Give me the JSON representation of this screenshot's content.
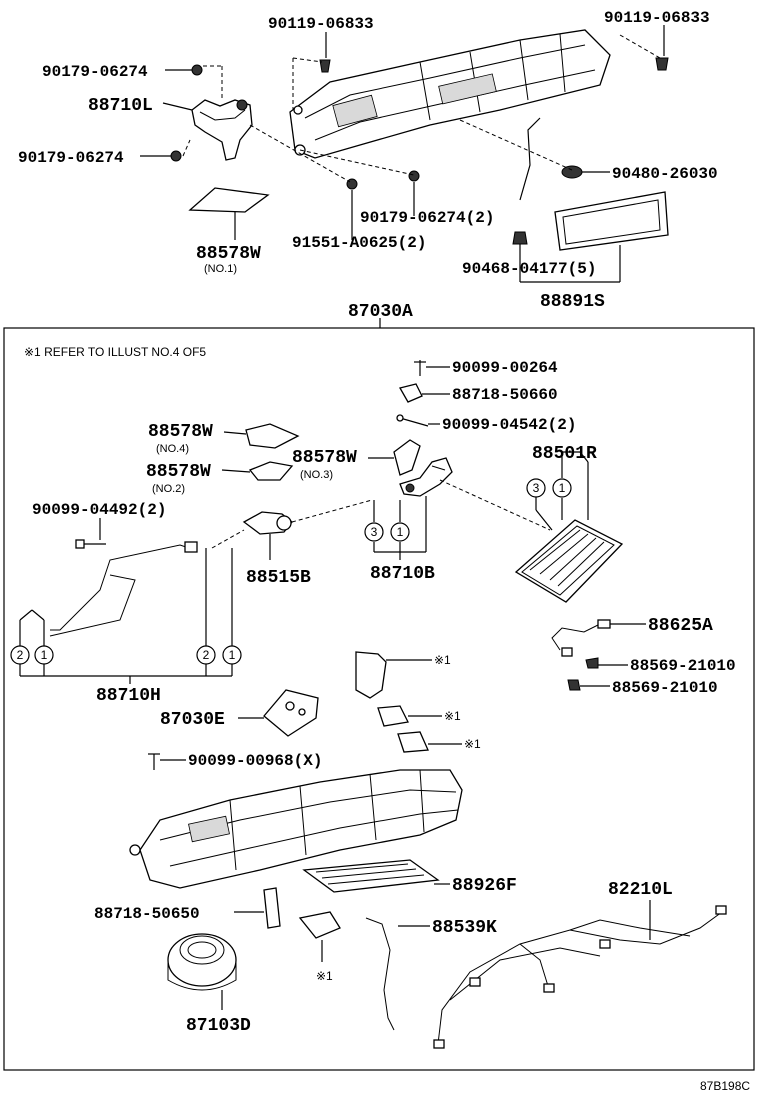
{
  "labels": {
    "p90119_06833_a": "90119-06833",
    "p90119_06833_b": "90119-06833",
    "p90179_06274_a": "90179-06274",
    "p88710L": "88710L",
    "p90179_06274_b": "90179-06274",
    "p90480_26030": "90480-26030",
    "p90179_06274_c": "90179-06274(2)",
    "p91551_A0625": "91551-A0625(2)",
    "p88578W_top": "88578W",
    "p88578W_top_sub": "(NO.1)",
    "p90468_04177": "90468-04177(5)",
    "p88891S": "88891S",
    "p87030A": "87030A",
    "refer_note": "※1 REFER TO ILLUST NO.4 OF5",
    "p90099_00264": "90099-00264",
    "p88718_50660": "88718-50660",
    "p90099_04542": "90099-04542(2)",
    "p88578W_no4": "88578W",
    "p88578W_no4_sub": "(NO.4)",
    "p88578W_no3": "88578W",
    "p88578W_no3_sub": "(NO.3)",
    "p88578W_no2": "88578W",
    "p88578W_no2_sub": "(NO.2)",
    "p88501R": "88501R",
    "p90099_04492": "90099-04492(2)",
    "p88515B": "88515B",
    "p88710B": "88710B",
    "p88625A": "88625A",
    "p88569_a": "88569-21010",
    "p88569_b": "88569-21010",
    "p88710H": "88710H",
    "p87030E": "87030E",
    "ref1_a": "※1",
    "ref1_b": "※1",
    "ref1_c": "※1",
    "ref1_d": "※1",
    "p90099_00968": "90099-00968(X)",
    "p88926F": "88926F",
    "p82210L": "82210L",
    "p88718_50650": "88718-50650",
    "p88539K": "88539K",
    "p87103D": "87103D",
    "figure_code": "87B198C"
  },
  "circles": {
    "c3_88501R": "3",
    "c1_88501R": "1",
    "c3_88710B": "3",
    "c1_88710B": "1",
    "c2_left": "2",
    "c1_left": "1",
    "c2_right": "2",
    "c1_right": "1"
  }
}
